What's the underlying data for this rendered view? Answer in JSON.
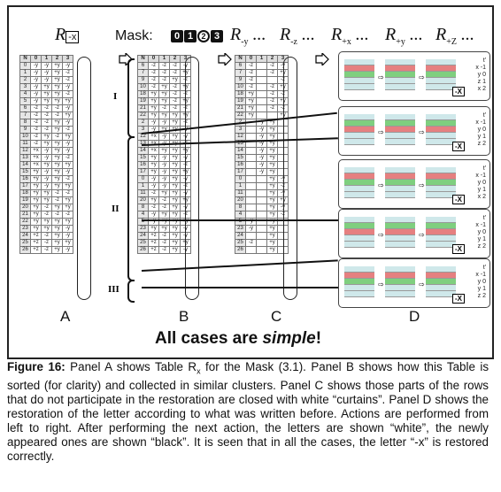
{
  "headers": {
    "R_x": "R",
    "R_x_sub": "-x",
    "mask_label": "Mask:",
    "mask_bits": [
      "0",
      "1",
      "2",
      "3"
    ],
    "R_y": "R",
    "R_y_sub": "-y",
    "R_y_dots": "...",
    "R_z": "R",
    "R_z_sub": "-z",
    "R_z_dots": "...",
    "R_px": "R",
    "R_px_sub": "+x",
    "R_px_dots": "...",
    "R_py": "R",
    "R_py_sub": "+y",
    "R_py_dots": "...",
    "R_pz": "R",
    "R_pz_sub": "+Z",
    "R_pz_dots": "..."
  },
  "panels": [
    "A",
    "B",
    "C",
    "D"
  ],
  "romans": [
    "I",
    "II",
    "III"
  ],
  "table_header": [
    "N",
    "0",
    "1",
    "2",
    "3"
  ],
  "table_A": [
    [
      "0",
      "-y",
      "-y",
      "+y",
      "-y"
    ],
    [
      "1",
      "-y",
      "-y",
      "+y",
      "-z"
    ],
    [
      "2",
      "-y",
      "-y",
      "+y",
      "-z"
    ],
    [
      "3",
      "-y",
      "+y",
      "+y",
      "-y"
    ],
    [
      "4",
      "-y",
      "+y",
      "+y",
      "-z"
    ],
    [
      "5",
      "-y",
      "+y",
      "+y",
      "+y"
    ],
    [
      "6",
      "-z",
      "-z",
      "-z",
      "-y"
    ],
    [
      "7",
      "-z",
      "-z",
      "-z",
      "+y"
    ],
    [
      "8",
      "-z",
      "-z",
      "+y",
      "-y"
    ],
    [
      "9",
      "-z",
      "-z",
      "+y",
      "-z"
    ],
    [
      "10",
      "-z",
      "+y",
      "-z",
      "+y"
    ],
    [
      "11",
      "-z",
      "+y",
      "+y",
      "-y"
    ],
    [
      "12",
      "+x",
      "-y",
      "+y",
      "-y"
    ],
    [
      "13",
      "+x",
      "-y",
      "+y",
      "-z"
    ],
    [
      "14",
      "+x",
      "+y",
      "+y",
      "+y"
    ],
    [
      "15",
      "+y",
      "-y",
      "+y",
      "-y"
    ],
    [
      "16",
      "+y",
      "-y",
      "+y",
      "-z"
    ],
    [
      "17",
      "+y",
      "-y",
      "+y",
      "+y"
    ],
    [
      "18",
      "+y",
      "+y",
      "-z",
      "-z"
    ],
    [
      "19",
      "+y",
      "+y",
      "-z",
      "+y"
    ],
    [
      "20",
      "+y",
      "-z",
      "+y",
      "+y"
    ],
    [
      "21",
      "+y",
      "-z",
      "-z",
      "-z"
    ],
    [
      "22",
      "+y",
      "+y",
      "+y",
      "+y"
    ],
    [
      "23",
      "+y",
      "+y",
      "+y",
      "-y"
    ],
    [
      "24",
      "+z",
      "-z",
      "+y",
      "-y"
    ],
    [
      "25",
      "+z",
      "-z",
      "+y",
      "+y"
    ],
    [
      "26",
      "+z",
      "-z",
      "+y",
      "-y"
    ]
  ],
  "table_B": [
    [
      "6",
      "-z",
      "-z",
      "-z",
      "-y"
    ],
    [
      "7",
      "-z",
      "-z",
      "-z",
      "+y"
    ],
    [
      "9",
      "-z",
      "-z",
      "+y",
      "-z"
    ],
    [
      "10",
      "-z",
      "+y",
      "-z",
      "+y"
    ],
    [
      "18",
      "+y",
      "+y",
      "-z",
      "-z"
    ],
    [
      "19",
      "+y",
      "+y",
      "-z",
      "+y"
    ],
    [
      "21",
      "+y",
      "-z",
      "-z",
      "-z"
    ],
    [
      "22",
      "+y",
      "+y",
      "+y",
      "+y"
    ],
    [
      "2",
      "-y",
      "-y",
      "+y",
      "-z"
    ],
    [
      "3",
      "-y",
      "+y",
      "+y",
      "-y"
    ],
    [
      "12",
      "+x",
      "-y",
      "+y",
      "-y"
    ],
    [
      "13",
      "+x",
      "-y",
      "+y",
      "-z"
    ],
    [
      "14",
      "+x",
      "+y",
      "+y",
      "+y"
    ],
    [
      "15",
      "+y",
      "-y",
      "+y",
      "-y"
    ],
    [
      "16",
      "+y",
      "-y",
      "+y",
      "-z"
    ],
    [
      "17",
      "+y",
      "-y",
      "+y",
      "+y"
    ],
    [
      "0",
      "-y",
      "-y",
      "+y",
      "-y"
    ],
    [
      "1",
      "-y",
      "-y",
      "+y",
      "-z"
    ],
    [
      "11",
      "-z",
      "+y",
      "+y",
      "-y"
    ],
    [
      "20",
      "+y",
      "-z",
      "+y",
      "+y"
    ],
    [
      "8",
      "-z",
      "-z",
      "+y",
      "-y"
    ],
    [
      "4",
      "-y",
      "+y",
      "+y",
      "-z"
    ],
    [
      "5",
      "-y",
      "+y",
      "+y",
      "+y"
    ],
    [
      "23",
      "+y",
      "+y",
      "+y",
      "-y"
    ],
    [
      "24",
      "+z",
      "-z",
      "+y",
      "-y"
    ],
    [
      "25",
      "+z",
      "-z",
      "+y",
      "+y"
    ],
    [
      "26",
      "+z",
      "-z",
      "+y",
      "-y"
    ]
  ],
  "table_C": [
    [
      "6",
      "-z",
      "",
      "-z",
      "-y"
    ],
    [
      "7",
      "-z",
      "",
      "-z",
      "+y"
    ],
    [
      "9",
      "-z",
      "",
      "",
      "-z"
    ],
    [
      "10",
      "-z",
      "",
      "-z",
      "+y"
    ],
    [
      "18",
      "+y",
      "",
      "-z",
      "-z"
    ],
    [
      "19",
      "+y",
      "",
      "-z",
      "+y"
    ],
    [
      "21",
      "+y",
      "",
      "-z",
      "-z"
    ],
    [
      "22",
      "+y",
      "",
      "",
      "+y"
    ],
    [
      "2",
      "",
      "-y",
      "+y",
      ""
    ],
    [
      "3",
      "",
      "-y",
      "+y",
      ""
    ],
    [
      "12",
      "",
      "-y",
      "+y",
      ""
    ],
    [
      "13",
      "",
      "-y",
      "+y",
      ""
    ],
    [
      "14",
      "",
      "-y",
      "+y",
      ""
    ],
    [
      "15",
      "",
      "-y",
      "+y",
      ""
    ],
    [
      "16",
      "",
      "-y",
      "+y",
      ""
    ],
    [
      "17",
      "",
      "-y",
      "+y",
      ""
    ],
    [
      "0",
      "",
      "",
      "+y",
      "-y"
    ],
    [
      "1",
      "",
      "",
      "+y",
      "-z"
    ],
    [
      "11",
      "",
      "",
      "+y",
      "-y"
    ],
    [
      "20",
      "",
      "",
      "+y",
      "+y"
    ],
    [
      "8",
      "",
      "",
      "+y",
      "-y"
    ],
    [
      "4",
      "",
      "",
      "+y",
      "-z"
    ],
    [
      "5",
      "-y",
      "",
      "+y",
      ""
    ],
    [
      "23",
      "-y",
      "",
      "+y",
      ""
    ],
    [
      "24",
      "",
      "",
      "+y",
      ""
    ],
    [
      "25",
      "-z",
      "",
      "+y",
      ""
    ],
    [
      "26",
      "",
      "",
      "+y",
      ""
    ]
  ],
  "d_side": [
    [
      "t'",
      "x -1",
      "y 0",
      "z 1",
      "x 2"
    ],
    [
      "t'",
      "x -1",
      "y 0",
      "y 1",
      "z 2"
    ],
    [
      "t'",
      "x -1",
      "y 0",
      "y 1",
      "x 2"
    ],
    [
      "t'",
      "x -1",
      "y 0",
      "y 1",
      "z 2"
    ],
    [
      "t'",
      "x -1",
      "y 0",
      "y 1",
      "z 2"
    ]
  ],
  "d_badge": "-X",
  "simple_prefix": "All cases are ",
  "simple_em": "simple",
  "simple_suffix": "!",
  "caption": {
    "fig": "Figure 16:",
    "t1": " Panel A shows Table R",
    "sub": "x",
    "t2": " for the Mask (3.1). Panel B shows how this Table is sorted (for clarity) and collected in similar clusters. Panel C shows those parts of the rows that do not participate in the restoration are closed with white “curtains”. Panel D shows the restoration of the letter according to what was written before. Actions are performed from left to right. After performing the next action, the letters are shown “white”, the newly appeared ones are shown “black”. It is seen that in all the cases, the letter “-x” is restored correctly."
  }
}
